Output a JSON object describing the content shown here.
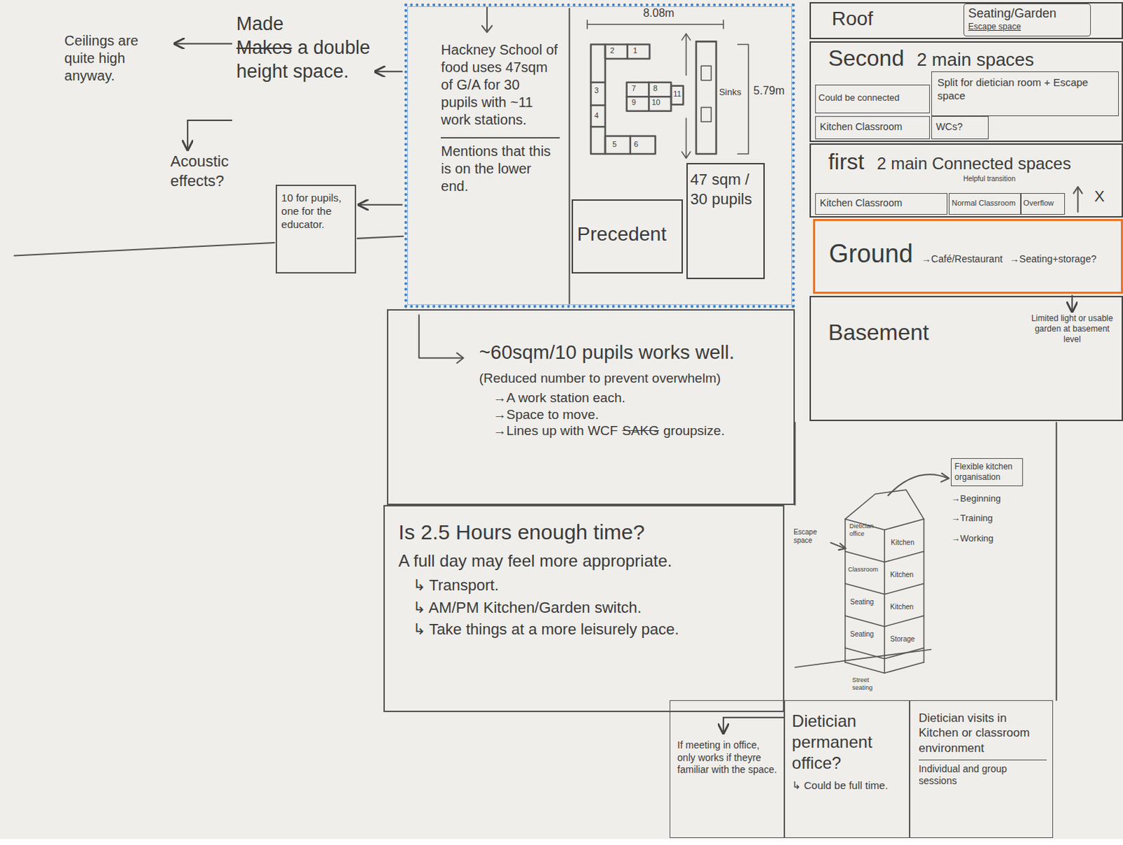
{
  "diagram": {
    "nodes": [
      {
        "text": [
          "Ceilings are quite high anyway."
        ]
      },
      {
        "text": [
          "Made",
          "Makes",
          "a double height space."
        ]
      },
      {
        "text": [
          "Acoustic effects?"
        ]
      },
      {
        "text": [
          "10 for pupils, one for the educator."
        ]
      },
      {
        "text": [
          "Hackney School of food uses 47sqm of G/A for 30 pupils with ~11 work stations.",
          "Mentions that this is on the lower end."
        ]
      },
      {
        "text": [
          "Precedent"
        ],
        "in": 4
      },
      {
        "text": [
          "47 sqm / 30 pupils"
        ],
        "in": 4
      },
      {
        "text": [
          "~60sqm/10 pupils works well.",
          "(Reduced number to prevent overwhelm)",
          "→A work station each.",
          "→Space to move.",
          "→Lines up with WCF",
          "SAKG",
          "groupsize."
        ]
      },
      {
        "text": [
          "Is 2.5 Hours enough time?",
          "A full day may feel more appropriate.",
          "↳ Transport.",
          "↳ AM/PM Kitchen/Garden switch.",
          "↳ Take things at a more leisurely pace."
        ]
      },
      {
        "text": [
          "Roof"
        ]
      },
      {
        "text": [
          "Seating/Garden",
          "Escape space"
        ],
        "in": 9
      },
      {
        "text": [
          "Second",
          "2 main spaces"
        ]
      },
      {
        "text": [
          "Could be connected"
        ],
        "in": 11
      },
      {
        "text": [
          "Split for dietician room + Escape space"
        ],
        "in": 11
      },
      {
        "text": [
          "Kitchen Classroom"
        ],
        "in": 11
      },
      {
        "text": [
          "WCs?"
        ],
        "in": 11
      },
      {
        "text": [
          "first",
          "2 main Connected spaces"
        ]
      },
      {
        "text": [
          "Kitchen Classroom"
        ],
        "in": 16
      },
      {
        "text": [
          "Normal Classroom"
        ],
        "in": 16
      },
      {
        "text": [
          "Overflow"
        ],
        "in": 16
      },
      {
        "text": [
          "Ground",
          "→Café/Restaurant",
          "→Seating+storage?"
        ]
      },
      {
        "text": [
          "Basement"
        ]
      },
      {
        "text": [
          "Limited light or usable garden at basement level"
        ],
        "in": 21
      },
      {
        "text": [
          "Flexible kitchen organisation",
          "→Beginning",
          "→Training",
          "→Working"
        ]
      },
      {
        "text": [
          "If meeting in office, only works if theyre familiar with the space."
        ]
      },
      {
        "text": [
          "Dietician permanent office?",
          "↳ Could be full time."
        ]
      },
      {
        "text": [
          "Dietician visits in Kitchen or classroom environment",
          "Individual and group sessions"
        ]
      }
    ],
    "edges": [
      {
        "from": 1,
        "to": 0,
        "arrow": "to"
      },
      {
        "from": 1,
        "to": 2,
        "arrow": "to"
      },
      {
        "from": 4,
        "to": 1,
        "arrow": "to"
      },
      {
        "from": 4,
        "to": 3,
        "arrow": "to"
      },
      {
        "from": 20,
        "to": 22,
        "arrow": "to"
      },
      {
        "from": 25,
        "to": 24,
        "arrow": "to"
      }
    ],
    "labels": [
      "8.08m",
      "5.79m",
      "Sinks",
      "1",
      "2",
      "3",
      "4",
      "5",
      "6",
      "7",
      "8",
      "9",
      "10",
      "11",
      "Helpful transition",
      "X",
      "Escape space",
      "Dietician office",
      "Kitchen",
      "Classroom",
      "Kitchen",
      "Seating",
      "Kitchen",
      "Seating",
      "Storage",
      "Street seating"
    ]
  }
}
